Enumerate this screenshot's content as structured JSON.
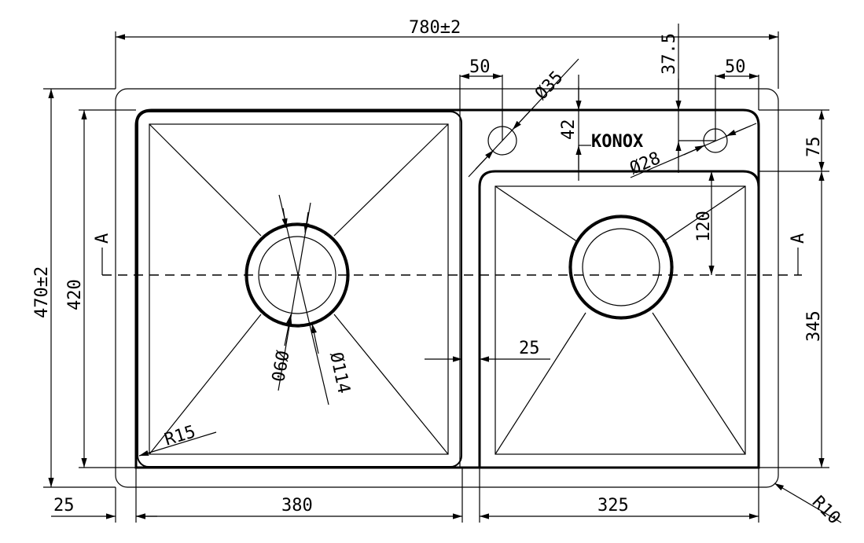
{
  "drawing": {
    "overall_width": "780±2",
    "overall_depth": "470±2",
    "inner_depth": "420",
    "left_margin": "25",
    "left_bowl_width": "380",
    "right_bowl_width": "325",
    "corner_radius_outer": "R10",
    "corner_radius_bowl": "R15",
    "deck_depth": "75",
    "right_bowl_depth": "345",
    "drain_offset": "120",
    "hole1_offset": "50",
    "hole2_offset": "50",
    "hole1_diameter": "Ø35",
    "hole2_position": "37.5",
    "logo_offset": "42",
    "hole2_diameter": "Ø28",
    "divider_width": "25",
    "drain_inner_diameter": "Ø90",
    "drain_outer_diameter": "Ø114",
    "section_mark_left": "A",
    "section_mark_right": "A",
    "logo": "KONOX"
  }
}
